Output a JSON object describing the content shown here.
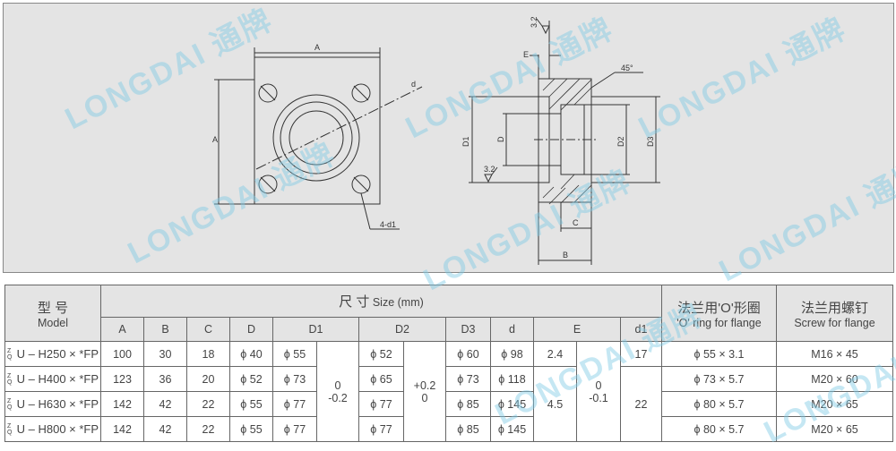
{
  "drawing": {
    "labels": {
      "A_top": "A",
      "A_side": "A",
      "d": "d",
      "d1": "4-d1",
      "E": "E",
      "roughness_top": "3.2",
      "roughness_left": "3.2",
      "angle": "45°",
      "D1": "D1",
      "D": "D",
      "D2": "D2",
      "D3": "D3",
      "C": "C",
      "B": "B"
    }
  },
  "watermark": "LONGDAI 通牌",
  "table": {
    "model_cn": "型 号",
    "model_en": "Model",
    "size_cn": "尺 寸",
    "size_en": "Size (mm)",
    "oring_cn": "法兰用'O'形圈",
    "oring_en": "'O' ring for flange",
    "screw_cn": "法兰用螺钉",
    "screw_en": "Screw for flange",
    "columns": [
      "A",
      "B",
      "C",
      "D",
      "D1",
      "D2",
      "D3",
      "d",
      "E",
      "d1"
    ],
    "prefix_top": "Z",
    "prefix_bottom": "Q",
    "rows": [
      {
        "model": "U – H250 × *FP",
        "A": "100",
        "B": "30",
        "C": "18",
        "D": "ϕ 40",
        "D1": "ϕ 55",
        "D2": "ϕ 52",
        "D3": "ϕ 60",
        "d": "ϕ 98",
        "E": "2.4",
        "d1": "17",
        "oring": "ϕ 55 × 3.1",
        "screw": "M16 × 45"
      },
      {
        "model": "U – H400 × *FP",
        "A": "123",
        "B": "36",
        "C": "20",
        "D": "ϕ 52",
        "D1": "ϕ 73",
        "D2": "ϕ 65",
        "D3": "ϕ 73",
        "d": "ϕ 118",
        "oring": "ϕ 73 × 5.7",
        "screw": "M20 × 60"
      },
      {
        "model": "U – H630 × *FP",
        "A": "142",
        "B": "42",
        "C": "22",
        "D": "ϕ 55",
        "D1": "ϕ 77",
        "D2": "ϕ 77",
        "D3": "ϕ 85",
        "d": "ϕ 145",
        "oring": "ϕ 80 × 5.7",
        "screw": "M20 × 65"
      },
      {
        "model": "U – H800 × *FP",
        "A": "142",
        "B": "42",
        "C": "22",
        "D": "ϕ 55",
        "D1": "ϕ 77",
        "D2": "ϕ 77",
        "D3": "ϕ 85",
        "d": "ϕ 145",
        "oring": "ϕ 80 × 5.7",
        "screw": "M20 × 65"
      }
    ],
    "D1_tol": [
      "0",
      "-0.2"
    ],
    "D2_tol": [
      "+0.2",
      "0"
    ],
    "E_tol": [
      "0",
      "-0.1"
    ],
    "E_456": "4.5",
    "d1_456": "22"
  }
}
